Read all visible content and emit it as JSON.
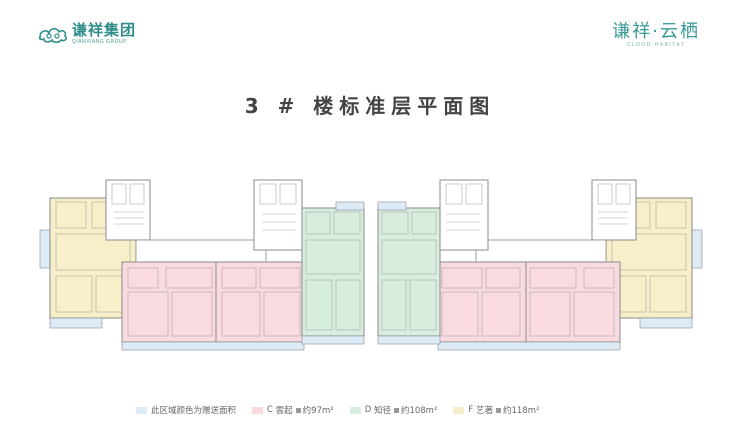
{
  "brand": {
    "logo_text": "谦祥集团",
    "logo_subtext": "QIANXIANG GROUP",
    "project_name": "谦祥·云栖",
    "project_subtext": "CLOUD HABITAT"
  },
  "title": "3 # 楼标准层平面图",
  "legend": [
    {
      "label": "此区域颜色为赠送面积",
      "color": "#dcebf6",
      "code": "",
      "name": "",
      "area": ""
    },
    {
      "label": "",
      "color": "#f8dadf",
      "code": "C",
      "name": "雲起",
      "area": "约97m²"
    },
    {
      "label": "",
      "color": "#d7eedf",
      "code": "D",
      "name": "知径",
      "area": "约108m²"
    },
    {
      "label": "",
      "color": "#f6efc9",
      "code": "F",
      "name": "艺著",
      "area": "约118m²"
    }
  ],
  "colors": {
    "pink": "#f8dadf",
    "green": "#d7eedf",
    "yellow": "#f6efc9",
    "blue": "#dcebf6",
    "wall": "#8a8a8a",
    "brand": "#2f8e8c"
  }
}
